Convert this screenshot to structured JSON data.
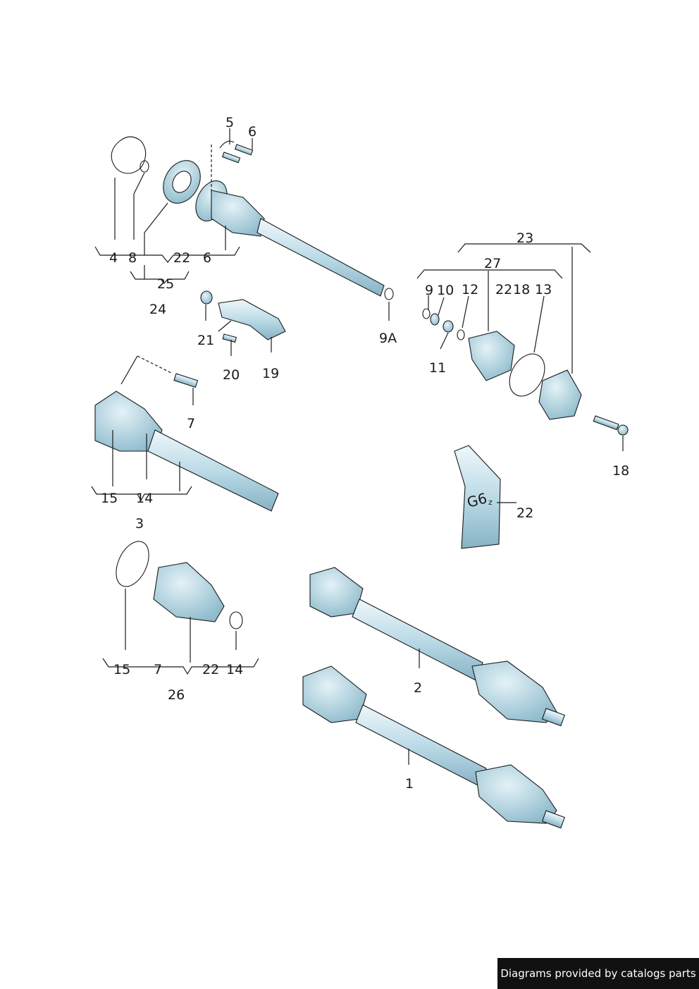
{
  "callouts": {
    "c1": "1",
    "c2": "2",
    "c3": "3",
    "c4": "4",
    "c5": "5",
    "c6a": "6",
    "c6b": "6",
    "c7a": "7",
    "c7b": "7",
    "c8": "8",
    "c9": "9",
    "c9a": "9A",
    "c10": "10",
    "c11": "11",
    "c12": "12",
    "c13": "13",
    "c14a": "14",
    "c14b": "14",
    "c15a": "15",
    "c15b": "15",
    "c18a": "18",
    "c18b": "18",
    "c19": "19",
    "c20": "20",
    "c21": "21",
    "c22a": "22",
    "c22b": "22",
    "c22c": "22",
    "c22d": "22",
    "c23": "23",
    "c24": "24",
    "c25": "25",
    "c26": "26",
    "c27": "27"
  },
  "tube_marking": "G6",
  "tube_subscript": "z",
  "footer": {
    "text": "Diagrams provided by catalogs parts"
  },
  "colors": {
    "part_fill": "#cfe6ef",
    "part_shade": "#9fc6d6",
    "line": "#1a1a1a",
    "footer_bg": "#111111"
  }
}
